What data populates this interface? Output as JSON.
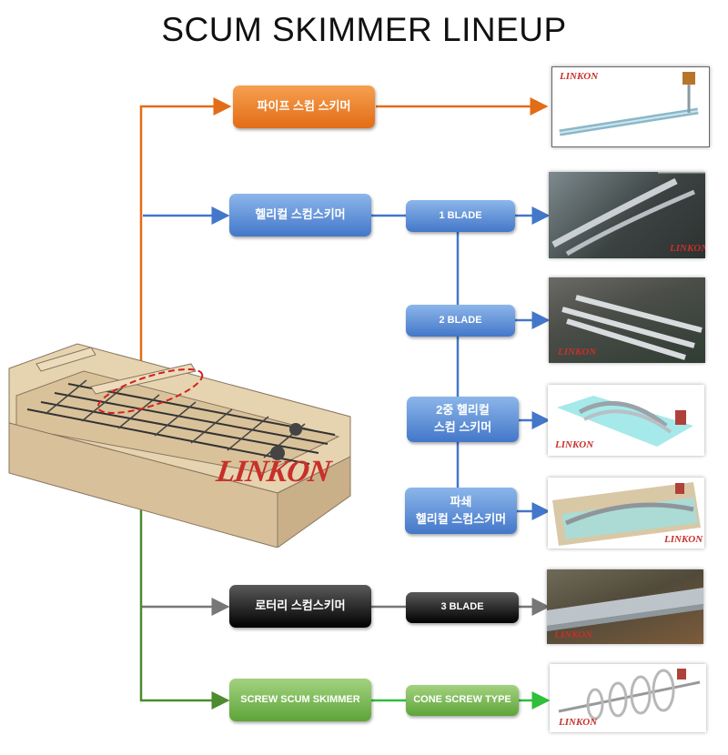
{
  "title": "SCUM SKIMMER LINEUP",
  "logo_text": "LINKON",
  "colors": {
    "orange": "#e36c17",
    "blue": "#4377c9",
    "gray": "#777777",
    "dark_green": "#4e8a2e",
    "bright_green": "#2fbf3a",
    "logo_red": "#c8302a"
  },
  "boxes": {
    "pipe": "파이프 스컴 스키머",
    "helical": "헬리컬 스컴스키머",
    "blade1": "1 BLADE",
    "blade2": "2 BLADE",
    "double_helical_l1": "2중 헬리컬",
    "double_helical_l2": "스컴 스키머",
    "crusher_l1": "파쇄",
    "crusher_l2": "헬리컬 스컴스키머",
    "rotary": "로터리 스컴스키머",
    "blade3": "3 BLADE",
    "screw": "SCREW SCUM SKIMMER",
    "cone": "CONE SCREW TYPE"
  }
}
